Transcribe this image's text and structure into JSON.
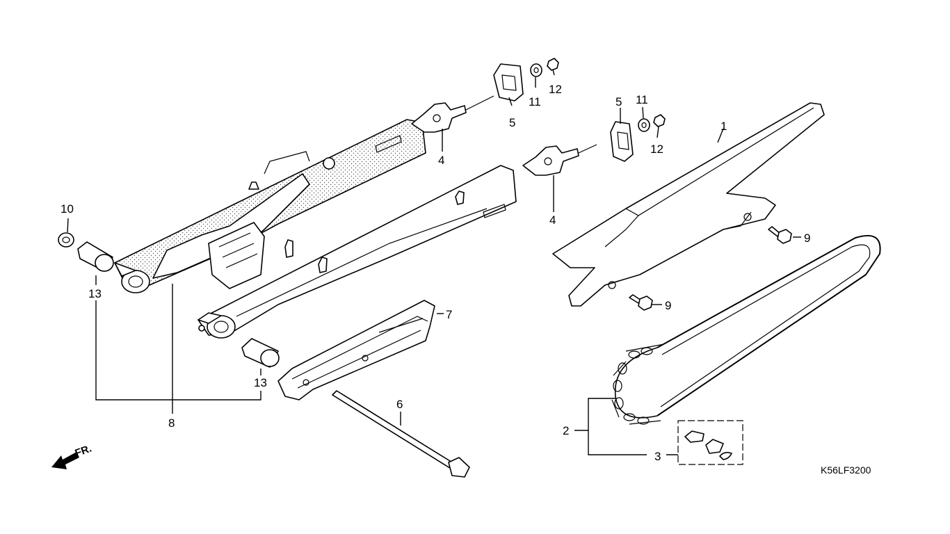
{
  "diagram": {
    "code": "K56LF3200",
    "front_label": "FR.",
    "callouts": {
      "c1": "1",
      "c2": "2",
      "c3": "3",
      "c4a": "4",
      "c4b": "4",
      "c5a": "5",
      "c5b": "5",
      "c6": "6",
      "c7": "7",
      "c8": "8",
      "c9a": "9",
      "c9b": "9",
      "c10": "10",
      "c11a": "11",
      "c11b": "11",
      "c12a": "12",
      "c12b": "12",
      "c13a": "13",
      "c13b": "13"
    }
  }
}
